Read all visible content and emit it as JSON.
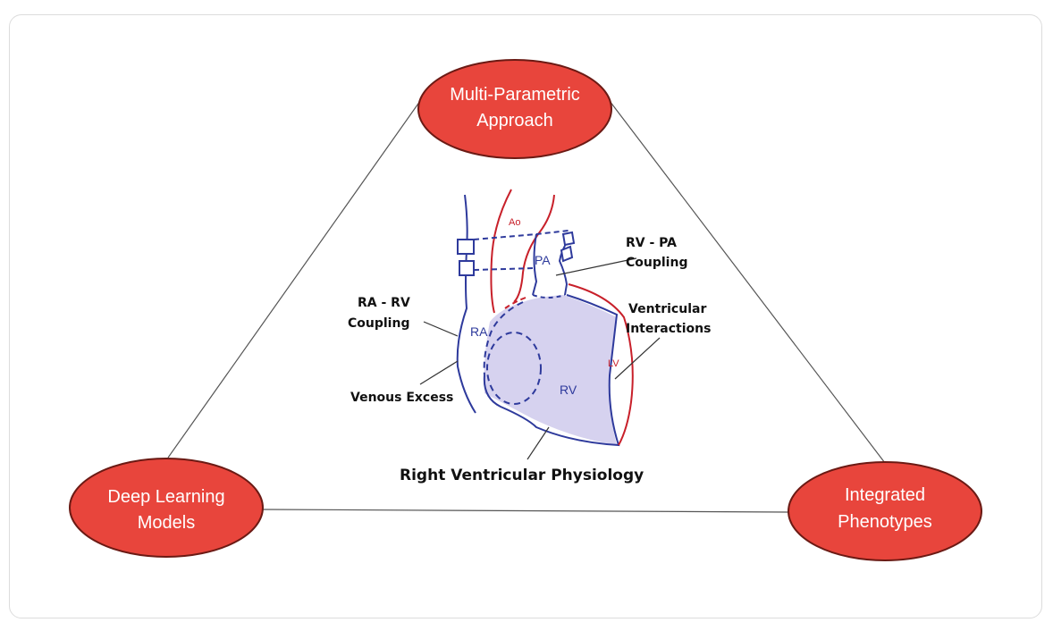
{
  "nodes": {
    "top": {
      "line1": "Multi-Parametric",
      "line2": "Approach"
    },
    "left": {
      "line1": "Deep Learning",
      "line2": "Models"
    },
    "right": {
      "line1": "Integrated",
      "line2": "Phenotypes"
    }
  },
  "heart": {
    "chambers": {
      "ao": "Ao",
      "pa": "PA",
      "ra": "RA",
      "rv": "RV",
      "lv": "LV"
    },
    "annotations": {
      "rv_pa_1": "RV - PA",
      "rv_pa_2": "Coupling",
      "ra_rv_1": "RA - RV",
      "ra_rv_2": "Coupling",
      "ventricular_1": "Ventricular",
      "ventricular_2": "Interactions",
      "venous": "Venous Excess"
    },
    "title": "Right Ventricular Physiology"
  },
  "colors": {
    "node_fill": "#e8453c",
    "node_stroke": "#6b1a14",
    "blue": "#2e3a9c",
    "red": "#c8202a",
    "rv_fill": "#d6d2ef"
  }
}
